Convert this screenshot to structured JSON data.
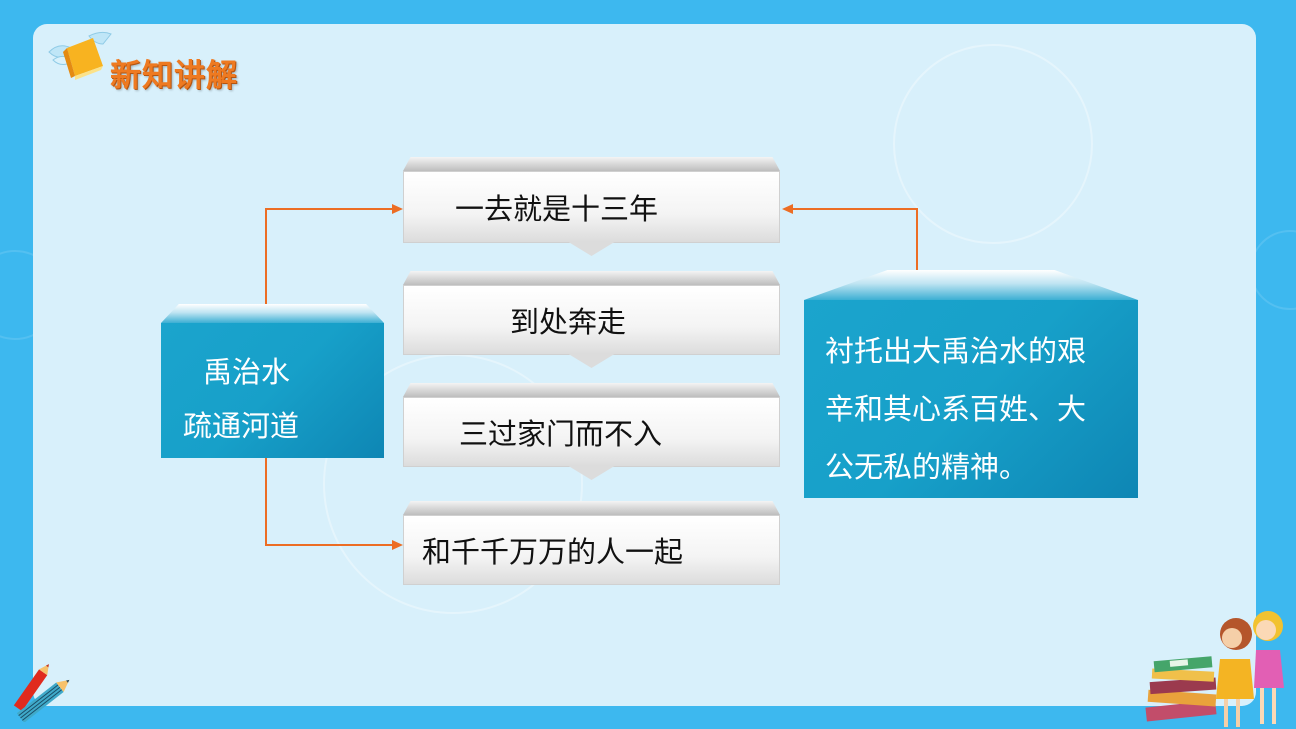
{
  "slide": {
    "title": "新知讲解",
    "title_icon": "winged-book-icon",
    "colors": {
      "frame": "#3db8ef",
      "panel": "#d8f0fb",
      "title": "#ee7a21",
      "connector": "#ec6d24",
      "blue_box": "#17a0c9",
      "gray_box": "#f4f4f4"
    }
  },
  "diagram": {
    "left_box": {
      "line1": "禹治水",
      "line2": "疏通河道"
    },
    "steps": [
      {
        "label": "一去就是十三年"
      },
      {
        "label": "到处奔走"
      },
      {
        "label": "三过家门而不入"
      },
      {
        "label": "和千千万万的人一起"
      }
    ],
    "right_box": {
      "line1": "衬托出大禹治水的艰",
      "line2": "辛和其心系百姓、大",
      "line3": "公无私的精神。"
    }
  },
  "decorations": {
    "bottom_left": "pencils-icon",
    "bottom_right": "kids-with-books-illustration"
  }
}
